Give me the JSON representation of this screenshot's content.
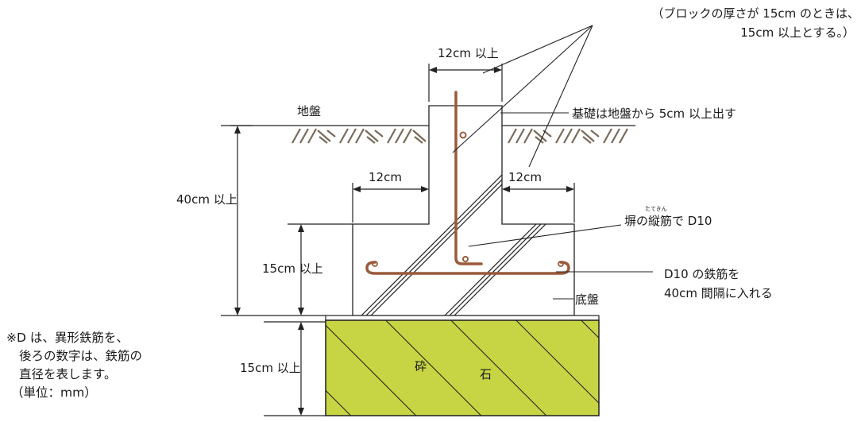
{
  "labels": {
    "top_note_line1": "（ブロックの厚さが 15cm のときは、",
    "top_note_line2": "15cm 以上とする。）",
    "width_top": "12cm 以上",
    "ground": "地盤",
    "foundation_protrude": "基礎は地盤から 5cm 以上出す",
    "footing_left": "12cm",
    "footing_right": "12cm",
    "total_depth": "40cm 以上",
    "vertical_bar_ruby": "たてきん",
    "vertical_bar": "塀の縦筋で D10",
    "footing_thickness": "15cm 以上",
    "horizontal_bar_line1": "D10 の鉄筋を",
    "horizontal_bar_line2": "40cm 間隔に入れる",
    "base_slab": "底盤",
    "gravel_left": "砕",
    "gravel_right": "石",
    "gravel_thickness": "15cm 以上"
  },
  "footnote": {
    "line1": "※D は、異形鉄筋を、",
    "line2": "後ろの数字は、鉄筋の",
    "line3": "直径を表します。",
    "line4": "（単位：mm）"
  },
  "colors": {
    "gravel_fill": "#c7d544",
    "rebar": "#9a5a3a",
    "soil": "#7a6a5a",
    "line": "#222222"
  }
}
